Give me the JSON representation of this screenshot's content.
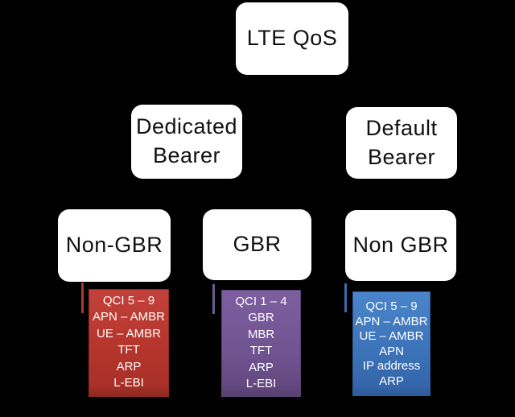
{
  "diagram": {
    "background_color": "#000000",
    "node_fill_color": "#ffffff",
    "node_text_color": "#111111",
    "nodes": {
      "root": "LTE QoS",
      "dedicated_bearer": "Dedicated Bearer",
      "default_bearer": "Default Bearer",
      "non_gbr_dedicated": "Non-GBR",
      "gbr": "GBR",
      "non_gbr_default": "Non GBR"
    },
    "detail_boxes": [
      {
        "id": "non-gbr-dedicated-params",
        "accent_color": "#ab392f",
        "items": [
          "QCI 5 – 9",
          "APN – AMBR",
          "UE – AMBR",
          "TFT",
          "ARP",
          "L-EBI"
        ]
      },
      {
        "id": "gbr-params",
        "accent_color": "#6b5b8f",
        "items": [
          "QCI 1 – 4",
          "GBR",
          "MBR",
          "TFT",
          "ARP",
          "L-EBI"
        ]
      },
      {
        "id": "non-gbr-default-params",
        "accent_color": "#3c6cab",
        "items": [
          "QCI 5 – 9",
          "APN – AMBR",
          "UE – AMBR",
          "APN",
          "IP address",
          "ARP"
        ]
      }
    ]
  }
}
